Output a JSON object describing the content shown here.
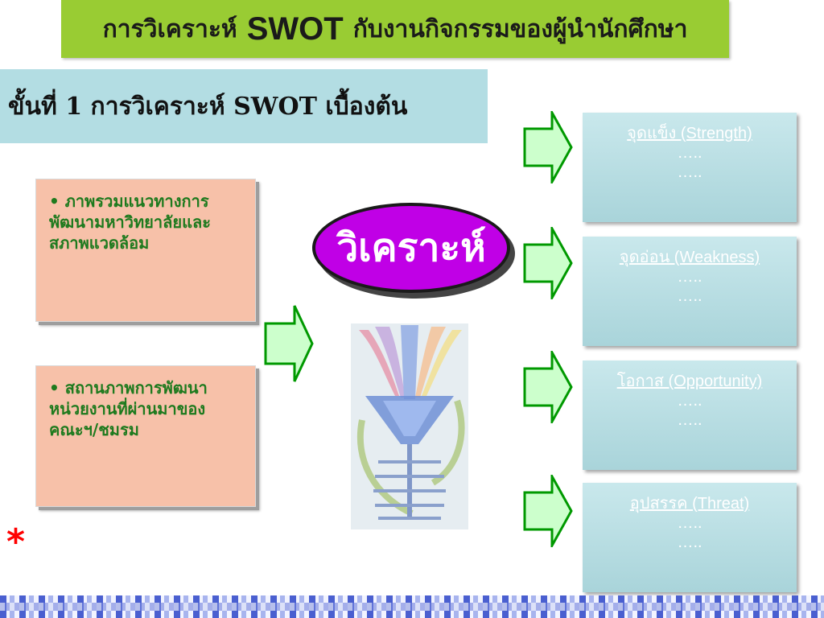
{
  "title": {
    "part1": "การวิเคราะห์",
    "part2": "SWOT",
    "part3": "กับงานกิจกรรมของผู้นำนักศึกษา"
  },
  "step": {
    "label": "ขั้นที่ 1 การวิเคราะห์ SWOT เบื้องต้น"
  },
  "inputs": [
    {
      "text": "• ภาพรวมแนวทางการพัฒนามหาวิทยาลัยและสภาพแวดล้อม"
    },
    {
      "text": "• สถานภาพการพัฒนาหน่วยงานที่ผ่านมาของคณะฯ/ชมรม"
    }
  ],
  "center": {
    "label": "วิเคราะห์"
  },
  "swot": [
    {
      "heading": "จุดแข็ง (Strength)",
      "line1": "…..",
      "line2": "….."
    },
    {
      "heading": "จุดอ่อน (Weakness)",
      "line1": "…..",
      "line2": "….."
    },
    {
      "heading": "โอกาส (Opportunity)",
      "line1": "…..",
      "line2": "….."
    },
    {
      "heading": "อุปสรรค (Threat)",
      "line1": "…..",
      "line2": "….."
    }
  ],
  "marker": "*",
  "colors": {
    "title_bg": "#99cc33",
    "step_bg": "#b3dde3",
    "input_bg": "#f7c1a9",
    "input_text": "#1e7a1e",
    "oval_fill": "#c000e6",
    "arrow_fill": "#ccffcc",
    "arrow_stroke": "#009900",
    "swot_box": "#b3dde3",
    "marker": "#ff0000"
  }
}
